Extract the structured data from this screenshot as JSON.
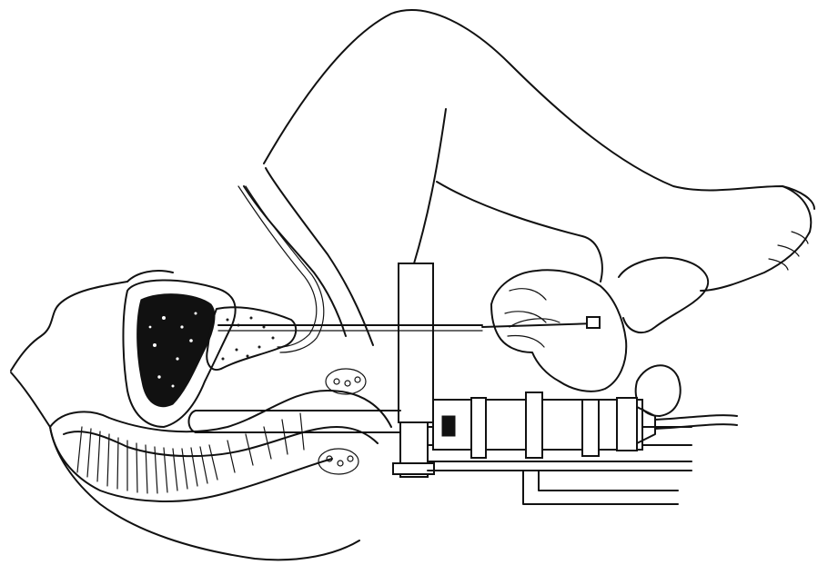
{
  "figure": {
    "style": "black-and-white line drawing",
    "colors": {
      "ink": "#111111",
      "paper": "#ffffff"
    },
    "parts": [
      "patient-leg",
      "patient-pelvis",
      "bladder",
      "prostate",
      "rectum",
      "ultrasound-probe",
      "needle-guide-stepper",
      "biopsy-needle",
      "operator-hand",
      "urethra",
      "foot",
      "scrotum"
    ]
  }
}
